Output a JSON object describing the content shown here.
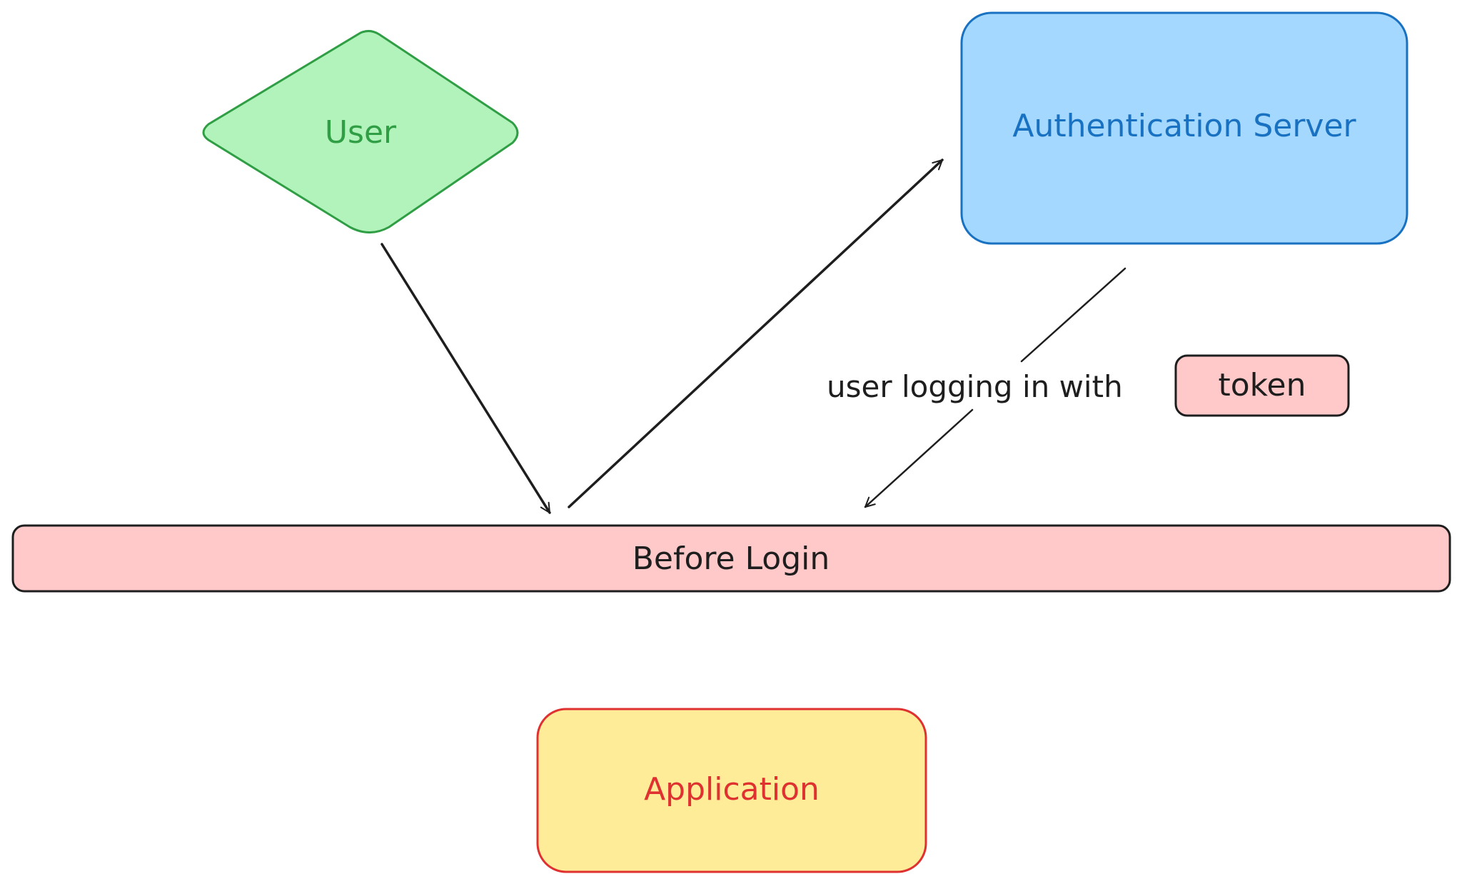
{
  "diagram": {
    "nodes": {
      "user": {
        "label": "User",
        "fill": "#b2f2bb",
        "stroke": "#2f9e44",
        "text": "#2f9e44"
      },
      "auth_server": {
        "label": "Authentication Server",
        "fill": "#a5d8ff",
        "stroke": "#1971c2",
        "text": "#1971c2"
      },
      "before_login": {
        "label": "Before Login",
        "fill": "#ffc9c9",
        "stroke": "#1e1e1e",
        "text": "#1e1e1e"
      },
      "token": {
        "label": "token",
        "fill": "#ffc9c9",
        "stroke": "#1e1e1e",
        "text": "#1e1e1e"
      },
      "application": {
        "label": "Application",
        "fill": "#ffec99",
        "stroke": "#e03131",
        "text": "#e03131"
      }
    },
    "edges": {
      "return_label": "user logging in with"
    },
    "colors": {
      "background": "#ffffff",
      "arrow": "#1e1e1e"
    }
  }
}
